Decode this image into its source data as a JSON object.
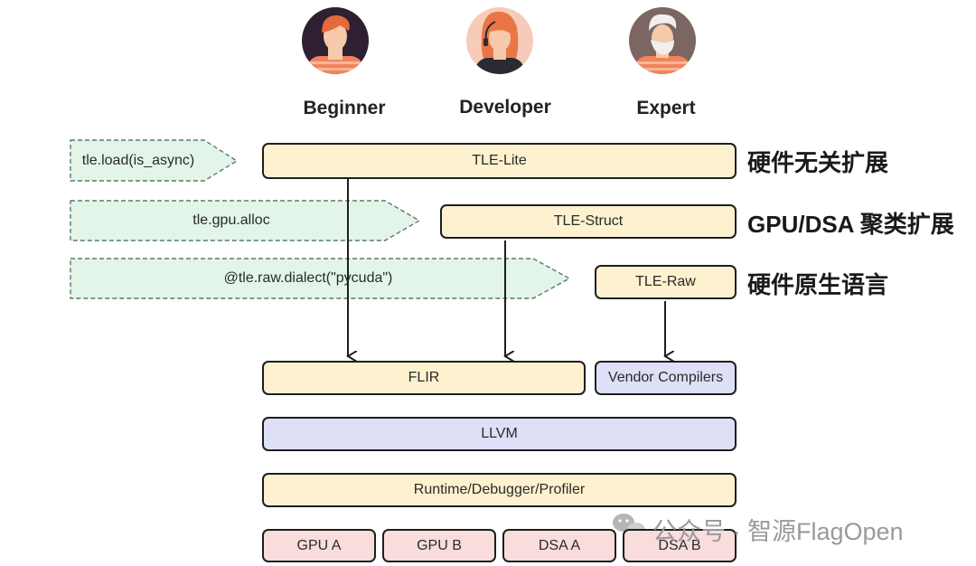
{
  "personas": {
    "beginner": {
      "label": "Beginner",
      "icon": "beginner-avatar-icon"
    },
    "developer": {
      "label": "Developer",
      "icon": "developer-avatar-icon"
    },
    "expert": {
      "label": "Expert",
      "icon": "expert-avatar-icon"
    }
  },
  "api_examples": {
    "lite": "tle.load(is_async)",
    "struct": "tle.gpu.alloc",
    "raw": "@tle.raw.dialect(\"pycuda\")"
  },
  "layers": {
    "tle_lite": "TLE-Lite",
    "tle_struct": "TLE-Struct",
    "tle_raw": "TLE-Raw",
    "flir": "FLIR",
    "vendor_compilers": "Vendor Compilers",
    "llvm": "LLVM",
    "runtime": "Runtime/Debugger/Profiler"
  },
  "targets": [
    "GPU A",
    "GPU B",
    "DSA A",
    "DSA B"
  ],
  "side_labels": {
    "lite": "硬件无关扩展",
    "struct": "GPU/DSA 聚类扩展",
    "raw": "硬件原生语言"
  },
  "watermark": "公众号 · 智源FlagOpen",
  "colors": {
    "yellow": "#fdf1cf",
    "blue": "#dde0f6",
    "pink": "#f9dcdc",
    "green": "#e2f5e8",
    "green_border": "#5b7a66"
  }
}
